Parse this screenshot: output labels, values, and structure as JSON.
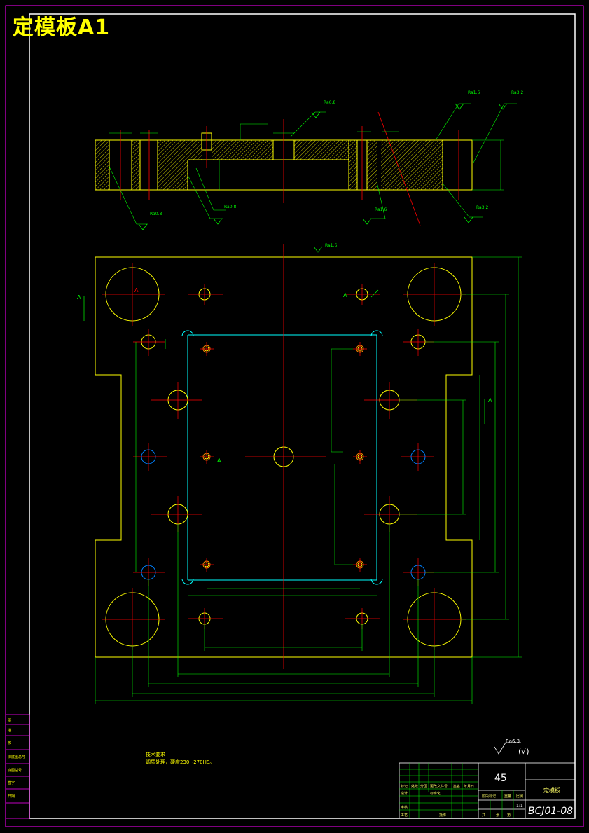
{
  "drawing": {
    "title": "定模板A1",
    "material": "45",
    "part_name": "定模板",
    "drawing_number": "BCJ01-08",
    "scale": "1:1"
  },
  "roughness": {
    "top_callouts": [
      "Ra0.8",
      "Ra1.6",
      "Ra3.2"
    ],
    "bottom_callouts": [
      "Ra0.8",
      "Ra0.8",
      "Ra1.6",
      "Ra3.2"
    ],
    "plan_callout": "Ra1.6",
    "general": "Ra6.3",
    "general_suffix": "(√)"
  },
  "technical_requirements": {
    "heading": "技术要求",
    "line1": "调质处理，硬度230~270HS。"
  },
  "title_block": {
    "row_labels": [
      "标记",
      "处数",
      "分区",
      "更改文件号",
      "签名",
      "年月日"
    ],
    "role_labels": [
      "设计",
      "标准化",
      "审核",
      "工艺",
      "批准"
    ],
    "stage_label": "阶段标记",
    "weight_label": "重量",
    "scale_label": "比例",
    "sheet_label": "共",
    "sheet_of": "张",
    "sheet_no_label": "第"
  },
  "side_panel_labels": [
    "图",
    "描",
    "校",
    "旧底图总号",
    "底图总号",
    "签字",
    "日期"
  ],
  "section_marks": [
    "A",
    "A",
    "A",
    "A",
    "A"
  ],
  "colors": {
    "frame": "#ff00ff",
    "outline": "#ffff00",
    "dimension": "#00ff00",
    "centerline": "#ff0000",
    "cavity": "#00ffff",
    "hatch": "#c8c800"
  }
}
